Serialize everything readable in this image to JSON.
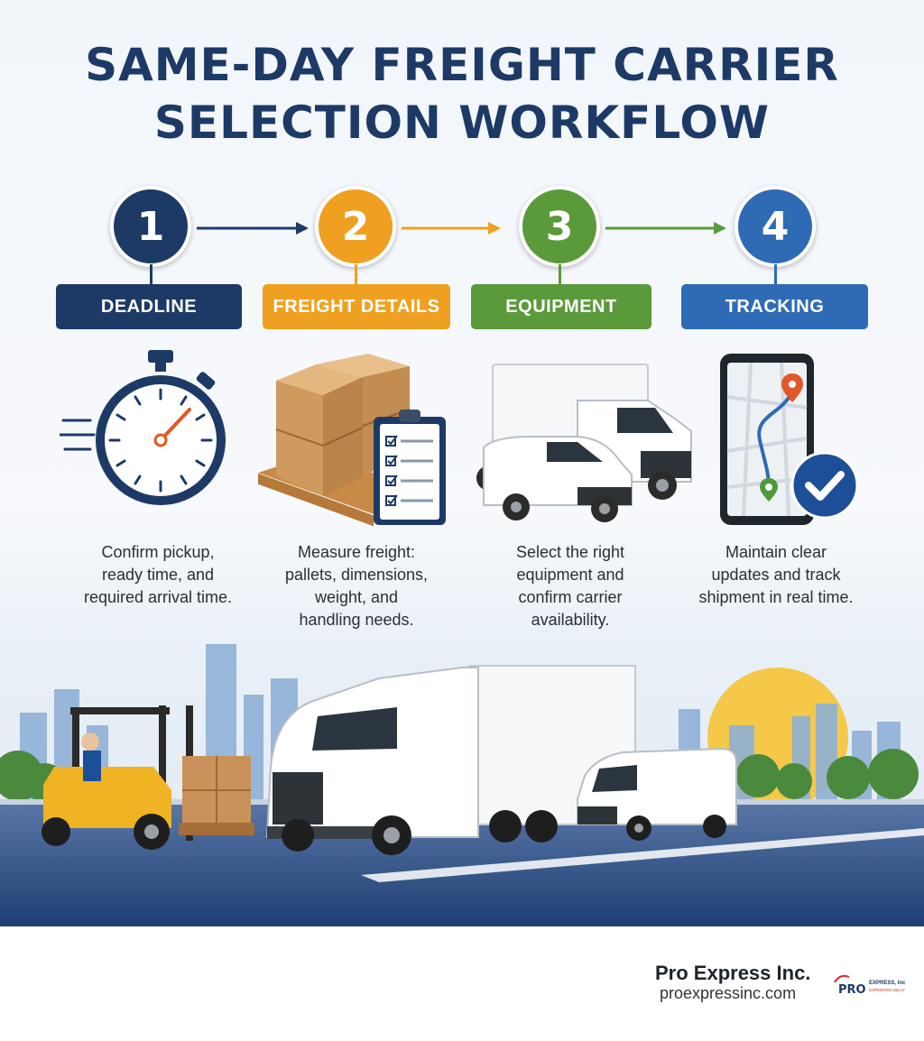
{
  "title": {
    "line1": "SAME-DAY FREIGHT CARRIER",
    "line2": "SELECTION WORKFLOW"
  },
  "steps": [
    {
      "number": "1",
      "label": "DEADLINE",
      "color": "#1d3a66",
      "icon": "stopwatch-icon",
      "description": [
        "Confirm pickup,",
        "ready time, and",
        "required arrival time."
      ]
    },
    {
      "number": "2",
      "label": "FREIGHT DETAILS",
      "color": "#f0a020",
      "icon": "boxes-clipboard-icon",
      "description": [
        "Measure freight:",
        "pallets, dimensions,",
        "weight, and",
        "handling needs."
      ]
    },
    {
      "number": "3",
      "label": "EQUIPMENT",
      "color": "#5a9a3a",
      "icon": "truck-van-icon",
      "description": [
        "Select the right",
        "equipment and",
        "confirm carrier",
        "availability."
      ]
    },
    {
      "number": "4",
      "label": "TRACKING",
      "color": "#2f6bb5",
      "icon": "phone-map-icon",
      "description": [
        "Maintain clear",
        "updates and track",
        "shipment in real time."
      ]
    }
  ],
  "footer": {
    "company": "Pro Express Inc.",
    "url": "proexpressinc.com",
    "logo": {
      "mark": "PRO",
      "text": "EXPRESS, Inc.",
      "tagline": "EXPEDITED DELIVERY"
    }
  },
  "colors": {
    "navy": "#1d3a66",
    "orange": "#f0a020",
    "green": "#5a9a3a",
    "blue": "#2f6bb5"
  }
}
